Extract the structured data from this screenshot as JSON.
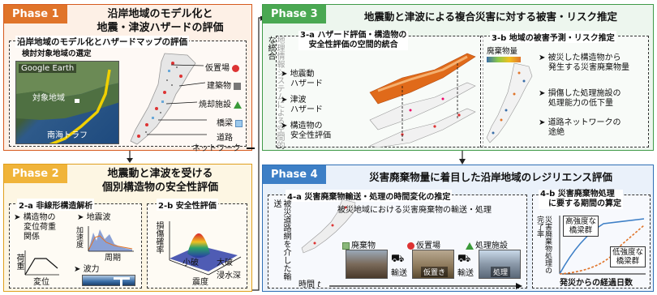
{
  "phase1": {
    "tag": "Phase 1",
    "title_line1": "沿岸地域のモデル化と",
    "title_line2": "地震・津波ハザードの評価",
    "panel_title": "沿岸地域のモデル化とハザードマップの評価",
    "map_label": "検討対象地域の選定",
    "google_earth": "Google Earth",
    "target_area": "対象地域",
    "trough": "南海トラフ",
    "legend": [
      {
        "label": "仮置場",
        "icon": "red-circle"
      },
      {
        "label": "建築物",
        "icon": "gray-square"
      },
      {
        "label": "焼却施設",
        "icon": "green-triangle"
      },
      {
        "label": "橋梁",
        "icon": "blue-square"
      },
      {
        "label": "道路",
        "icon": "black-line"
      },
      {
        "label": "ネットワーク",
        "icon": ""
      }
    ]
  },
  "phase2": {
    "tag": "Phase 2",
    "title_line1": "地震動と津波を受ける",
    "title_line2": "個別構造物の安全性評価",
    "a_title": "2-a 非線形構造解析",
    "a_item1_l1": "構造物の",
    "a_item1_l2": "変位荷重",
    "a_item1_l3": "関係",
    "a_quake": "地震波",
    "a_accel": "加速度",
    "a_period": "周期",
    "a_load": "荷重",
    "a_disp": "変位",
    "a_wave": "波力",
    "b_title": "2-b 安全性評価",
    "b_prob": "損傷確率",
    "b_small": "小破",
    "b_large": "大破",
    "b_intensity": "震度",
    "b_depth": "浸水深"
  },
  "phase3": {
    "tag": "Phase 3",
    "title": "地震動と津波による複合災害に対する被害・リスク推定",
    "gis_vertical": "地理情報システムによる空間的な統合",
    "a_title_l1": "3-a ハザード評価・構造物の",
    "a_title_l2": "安全性評価の空間的統合",
    "a_item1_l1": "地震動",
    "a_item1_l2": "ハザード",
    "a_item2_l1": "津波",
    "a_item2_l2": "ハザード",
    "a_item3_l1": "構造物の",
    "a_item3_l2": "安全性評価",
    "b_title": "3-b 地域の被害予測・リスク推定",
    "b_debris": "廃棄物量",
    "b_item1_l1": "被災した構造物から",
    "b_item1_l2": "発生する災害廃棄物量",
    "b_item2_l1": "損傷した処理施設の",
    "b_item2_l2": "処理能力の低下量",
    "b_item3_l1": "道路ネットワークの",
    "b_item3_l2": "途絶"
  },
  "phase4": {
    "tag": "Phase 4",
    "title": "災害廃棄物量に着目した沿岸地域のレジリエンス評価",
    "a_title": "4-a 災害廃棄物輸送・処理の時間変化の推定",
    "a_vertical": "被災道路網を介した輸送",
    "a_subtitle": "被災地域における災害廃棄物の輸送・処理",
    "legend_waste": "廃棄物",
    "legend_temp": "仮置場",
    "legend_proc": "処理施設",
    "transport1": "輸送",
    "transport2": "輸送",
    "photo1": "",
    "photo2": "仮置き",
    "photo3": "処理",
    "time": "時間",
    "time_var": "t",
    "b_title_l1": "4-b 災害廃棄物処理",
    "b_title_l2": "に要する期間の算定",
    "b_ylabel": "災害廃棄物処理の完了率",
    "b_high_l1": "高強度な",
    "b_high_l2": "橋梁群",
    "b_low_l1": "低強度な",
    "b_low_l2": "橋梁群",
    "b_xlabel": "発災からの経過日数"
  },
  "colors": {
    "phase1_border": "#d65a1e",
    "phase1_tag": "#e0742a",
    "phase1_bg": "#fdf0e6",
    "phase2_border": "#e0a01e",
    "phase2_tag": "#f0b43a",
    "phase2_bg": "#fdf6e3",
    "phase3_border": "#3f9a48",
    "phase3_tag": "#4aa852",
    "phase3_bg": "#edf6ee",
    "phase4_border": "#2f6fb5",
    "phase4_tag": "#3d7fc6",
    "phase4_bg": "#eaf1fa"
  }
}
